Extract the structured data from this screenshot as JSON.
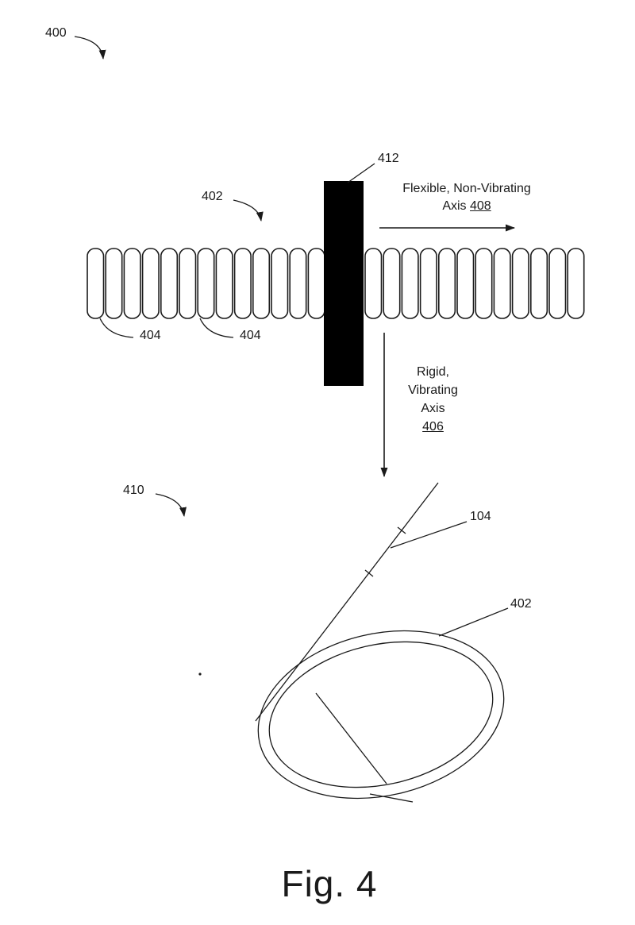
{
  "figure": {
    "caption": "Fig. 4",
    "refs": {
      "r400": "400",
      "r402_top": "402",
      "r412": "412",
      "r404_a": "404",
      "r404_b": "404",
      "r410": "410",
      "r104": "104",
      "r402_bottom": "402"
    },
    "annotations": {
      "flexible_line1": "Flexible, Non-Vibrating",
      "flexible_line2_prefix": "Axis ",
      "flexible_ref": "408",
      "rigid_line1": "Rigid,",
      "rigid_line2": "Vibrating",
      "rigid_line3": "Axis",
      "rigid_ref": "406"
    },
    "colors": {
      "ink": "#1a1a1a",
      "background": "#ffffff",
      "bar_fill": "#000000"
    },
    "band": {
      "left_segment_count": 13,
      "right_segment_count": 12
    }
  }
}
